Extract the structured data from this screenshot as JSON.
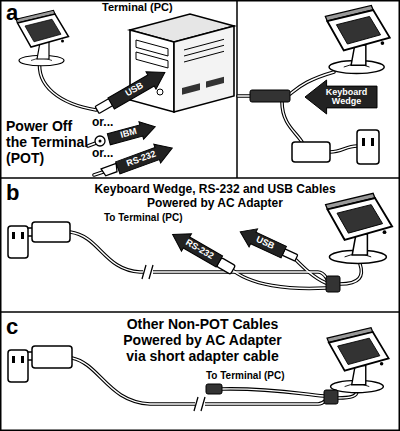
{
  "diagram": {
    "nodes": [
      {
        "text": [
          "USB"
        ]
      },
      {
        "text": [
          "IBM"
        ]
      },
      {
        "text": [
          "RS-232"
        ]
      },
      {
        "text": [
          "Keyboard Wedge"
        ]
      },
      {
        "text": [
          "RS-232"
        ]
      },
      {
        "text": [
          "USB"
        ]
      }
    ],
    "labels": [
      "a",
      "Terminal (PC)",
      "or...",
      "Power Off the Terminal (POT)",
      "or...",
      "b",
      "Keyboard Wedge, RS-232 and USB Cables Powered by AC Adapter",
      "To Terminal (PC)",
      "c",
      "Other Non-POT Cables Powered by AC Adapter via short adapter cable",
      "To Terminal (PC)"
    ]
  }
}
